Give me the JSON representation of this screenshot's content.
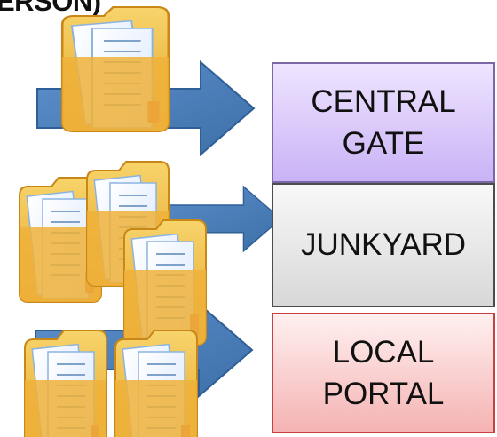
{
  "header": {
    "partial_text": "ERSON)"
  },
  "boxes": [
    {
      "id": "central",
      "label": "CENTRAL\nGATE"
    },
    {
      "id": "junkyard",
      "label": "JUNKYARD"
    },
    {
      "id": "local",
      "label": "LOCAL\nPORTAL"
    }
  ],
  "colors": {
    "arrow": "#4f81bd",
    "arrow_shadow": "#2f5f97",
    "folder": "#f3bf3b",
    "folder_dark": "#d3951e",
    "paper": "#eef4ff",
    "central_box": "#d7c9fb",
    "junkyard_box": "#e0e0e0",
    "local_box": "#f8c6c6"
  },
  "icons": [
    "folder-icon",
    "arrow-icon"
  ]
}
